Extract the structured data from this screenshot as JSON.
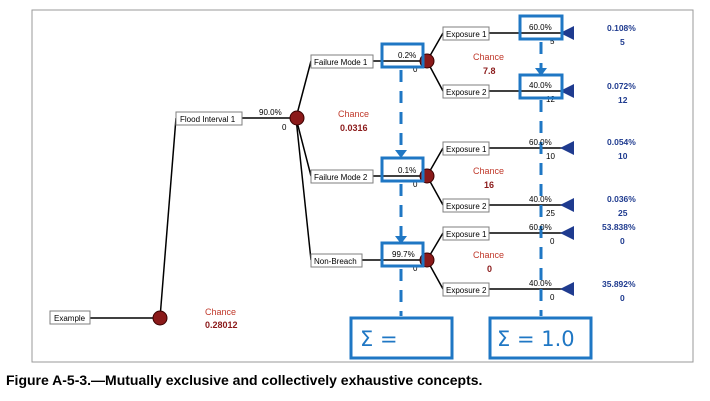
{
  "caption": "Figure A-5-3.—Mutually exclusive and collectively exhaustive concepts.",
  "nodes": {
    "root": "Example",
    "flood_interval": "Flood Interval 1",
    "failure_mode_1": "Failure Mode 1",
    "failure_mode_2": "Failure Mode 2",
    "non_breach": "Non-Breach",
    "exposure_1": "Exposure 1",
    "exposure_2": "Exposure 2"
  },
  "branch_values": {
    "flood_interval_prob": "90.0%",
    "flood_interval_val": "0",
    "fm1_prob": "0.2%",
    "fm1_val": "0",
    "fm2_prob": "0.1%",
    "fm2_val": "0",
    "nb_prob": "99.7%",
    "nb_val": "0",
    "fm1_e1_prob": "60.0%",
    "fm1_e1_val": "5",
    "fm1_e2_prob": "40.0%",
    "fm1_e2_val": "12",
    "fm2_e1_prob": "60.0%",
    "fm2_e1_val": "10",
    "fm2_e2_prob": "40.0%",
    "fm2_e2_val": "25",
    "nb_e1_prob": "60.0%",
    "nb_e1_val": "0",
    "nb_e2_prob": "40.0%",
    "nb_e2_val": "0"
  },
  "chance_nodes": {
    "label": "Chance",
    "root_value": "0.28012",
    "flood_value": "0.0316",
    "fm1_value": "7.8",
    "fm2_value": "16",
    "nb_value": "0"
  },
  "results": [
    {
      "prob": "0.108%",
      "value": "5"
    },
    {
      "prob": "0.072%",
      "value": "12"
    },
    {
      "prob": "0.054%",
      "value": "10"
    },
    {
      "prob": "0.036%",
      "value": "25"
    },
    {
      "prob": "53.838%",
      "value": "0"
    },
    {
      "prob": "35.892%",
      "value": "0"
    }
  ],
  "sums": {
    "left": "Σ =",
    "right": "Σ = 1.0"
  },
  "colors": {
    "highlight": "#1f77c4",
    "chance_node": "#8b1a1a",
    "terminal_node": "#1f3b8f",
    "result_text": "#1f3b8f"
  }
}
